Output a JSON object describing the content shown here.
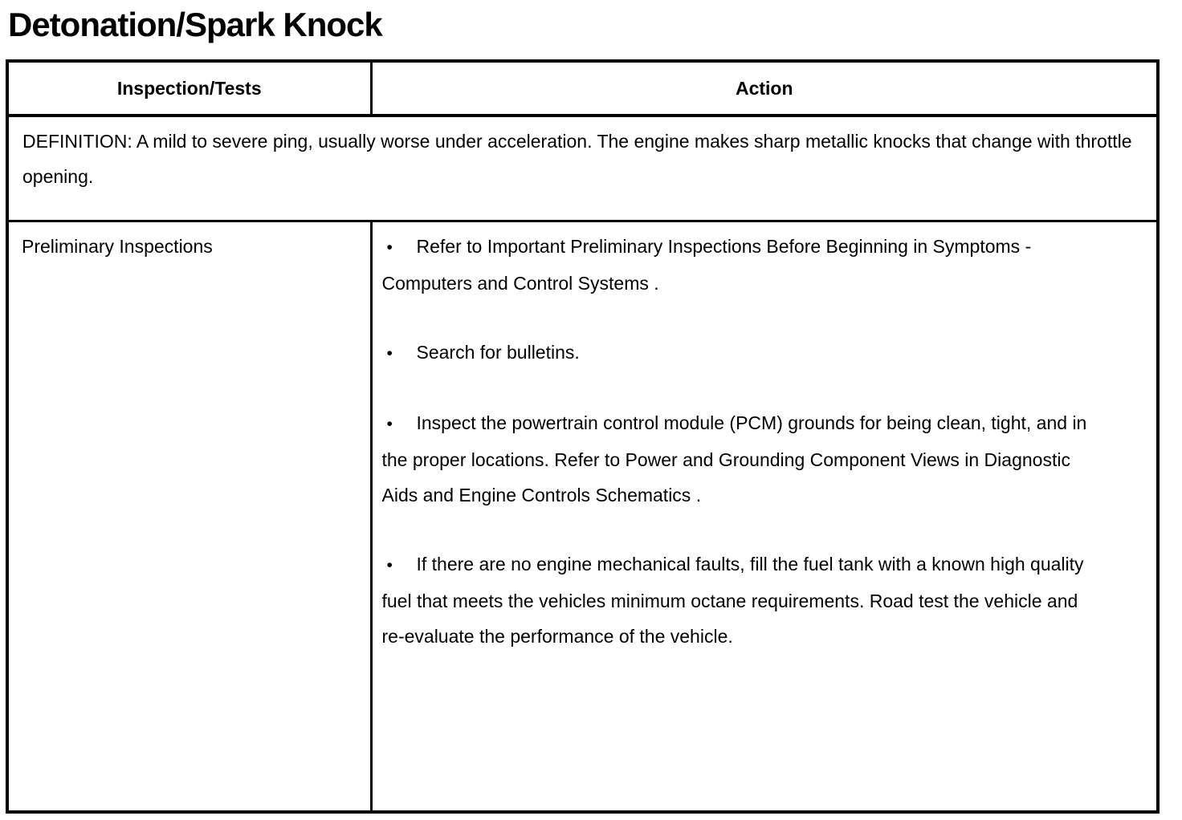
{
  "page": {
    "title": "Detonation/Spark Knock"
  },
  "table": {
    "bullet_char": "•",
    "headers": {
      "inspection": "Inspection/Tests",
      "action": "Action"
    },
    "definition": "DEFINITION: A mild to severe ping, usually worse under acceleration. The engine makes sharp metallic knocks that change with throttle opening.",
    "rows": [
      {
        "inspection": "Preliminary Inspections",
        "actions": [
          "Refer to Important Preliminary Inspections Before Beginning in Symptoms - Computers and Control Systems .",
          "Search for bulletins.",
          "Inspect the powertrain control module (PCM) grounds for being clean, tight, and in the proper locations. Refer to Power and Grounding Component Views in Diagnostic Aids and Engine Controls Schematics .",
          "If there are no engine mechanical faults, fill the fuel tank with a known high quality fuel that meets the vehicles minimum octane requirements. Road test the vehicle and re-evaluate the performance of the vehicle."
        ]
      }
    ]
  }
}
